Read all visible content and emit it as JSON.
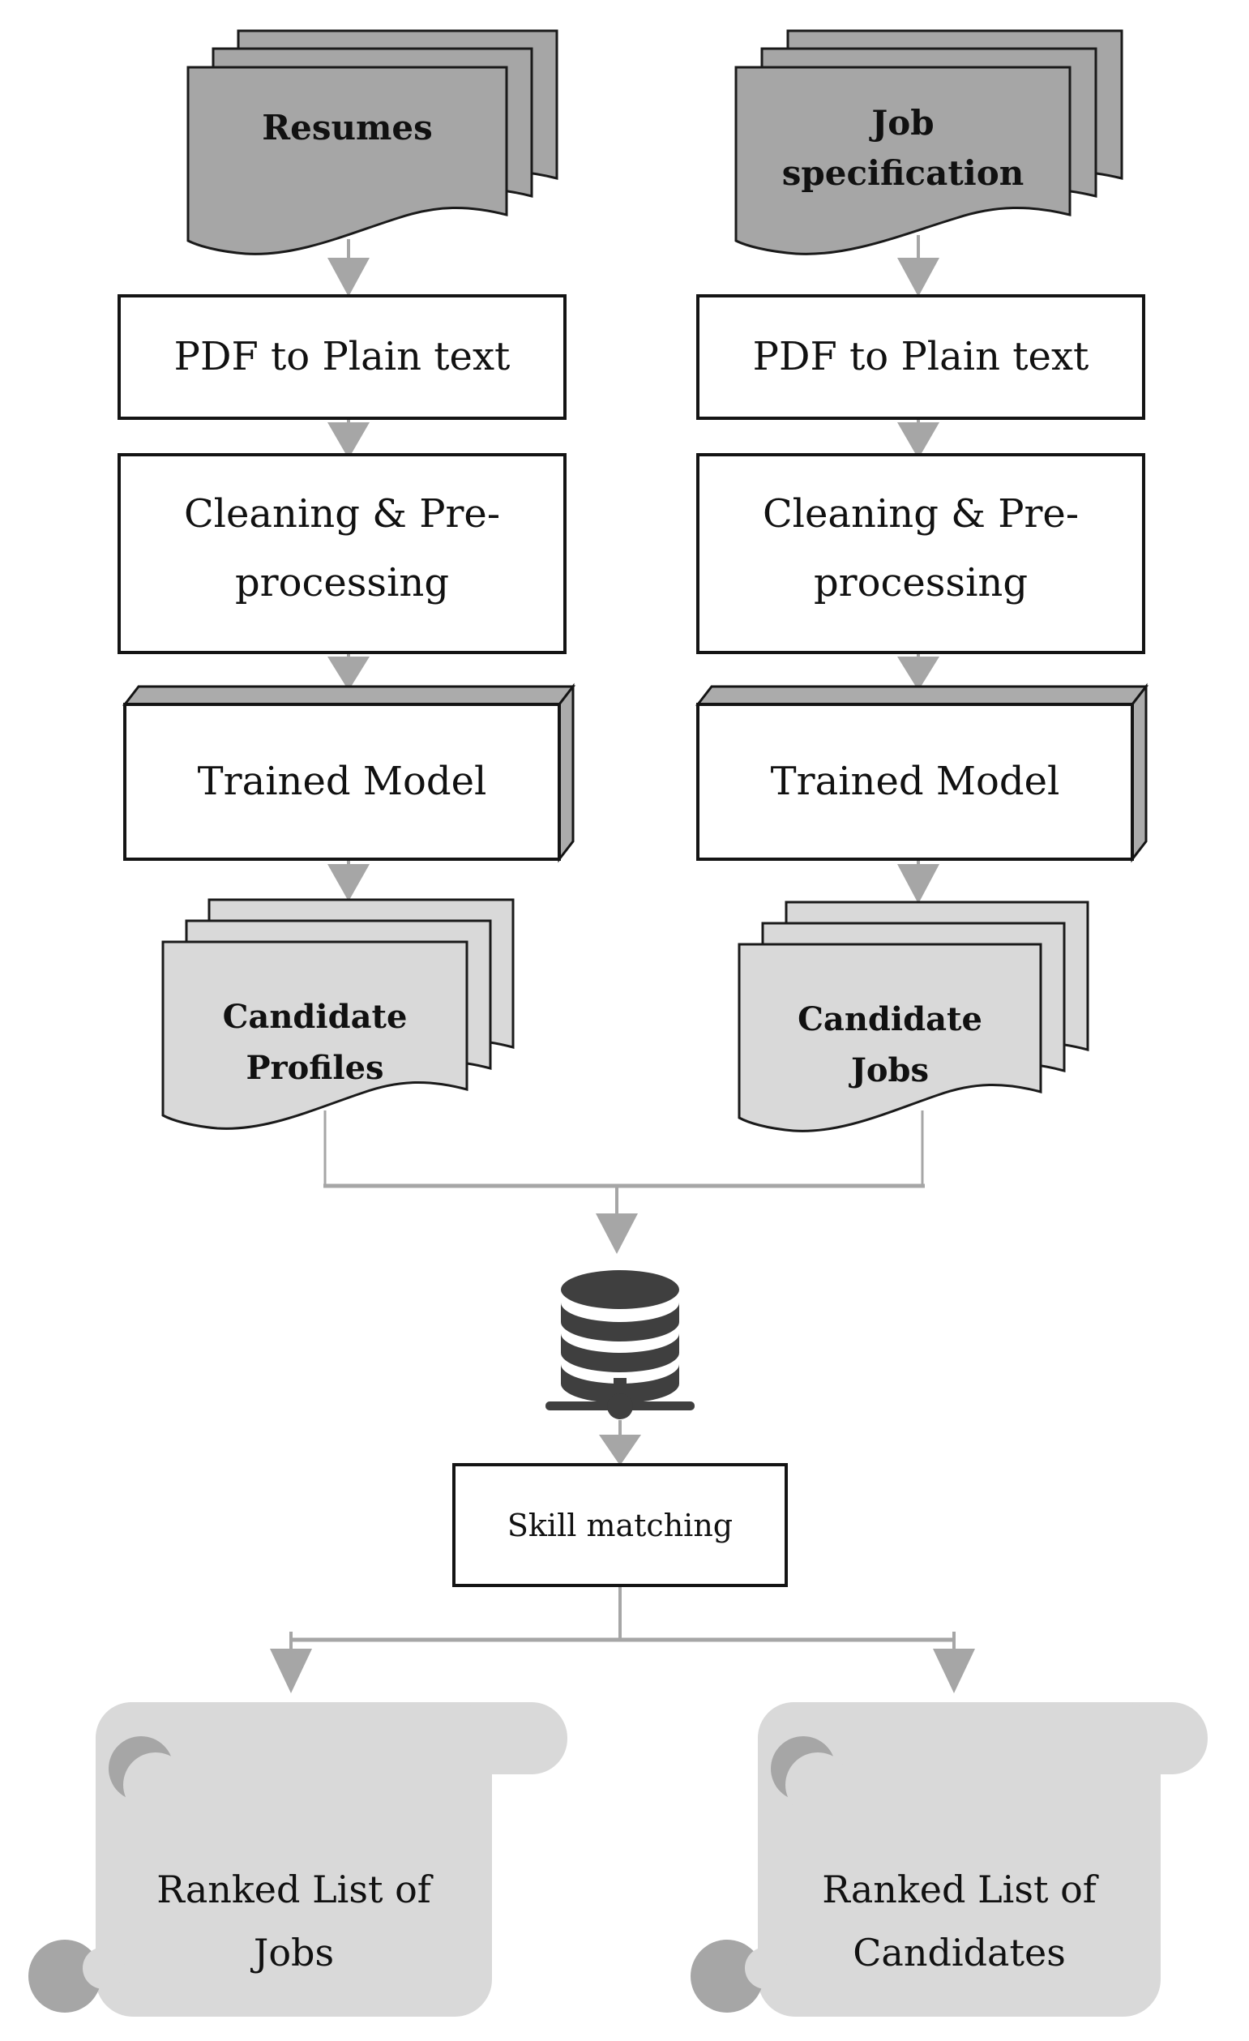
{
  "pipelines": {
    "resumes": {
      "source": {
        "label": "Resumes"
      },
      "pdf_to_text": {
        "label": "PDF to Plain text"
      },
      "cleaning": {
        "lines": {
          "0": "Cleaning & Pre-",
          "1": "processing"
        }
      },
      "trained_model": {
        "label": "Trained Model"
      },
      "output": {
        "lines": {
          "0": "Candidate",
          "1": "Profiles"
        }
      }
    },
    "jobs": {
      "source": {
        "lines": {
          "0": "Job",
          "1": "specification"
        }
      },
      "pdf_to_text": {
        "label": "PDF to Plain text"
      },
      "cleaning": {
        "lines": {
          "0": "Cleaning & Pre-",
          "1": "processing"
        }
      },
      "trained_model": {
        "label": "Trained Model"
      },
      "output": {
        "lines": {
          "0": "Candidate",
          "1": "Jobs"
        }
      }
    }
  },
  "matching": {
    "database_icon": "database-icon",
    "skill_matching": {
      "label": "Skill matching"
    }
  },
  "results": {
    "ranked_jobs": {
      "lines": {
        "0": "Ranked List of",
        "1": "Jobs"
      }
    },
    "ranked_candidates": {
      "lines": {
        "0": "Ranked List of",
        "1": "Candidates"
      }
    }
  },
  "colors": {
    "source_doc_fill": "#a6a6a6",
    "output_doc_fill": "#d9d9d9",
    "scroll_fill": "#d9d9d9",
    "scroll_shadow": "#a6a6a6",
    "arrow": "#a6a6a6",
    "database": "#3f3f3f",
    "box_fill": "#ffffff",
    "box_border": "#141414",
    "cube_side_fill": "#ababab",
    "text": "#111111"
  }
}
